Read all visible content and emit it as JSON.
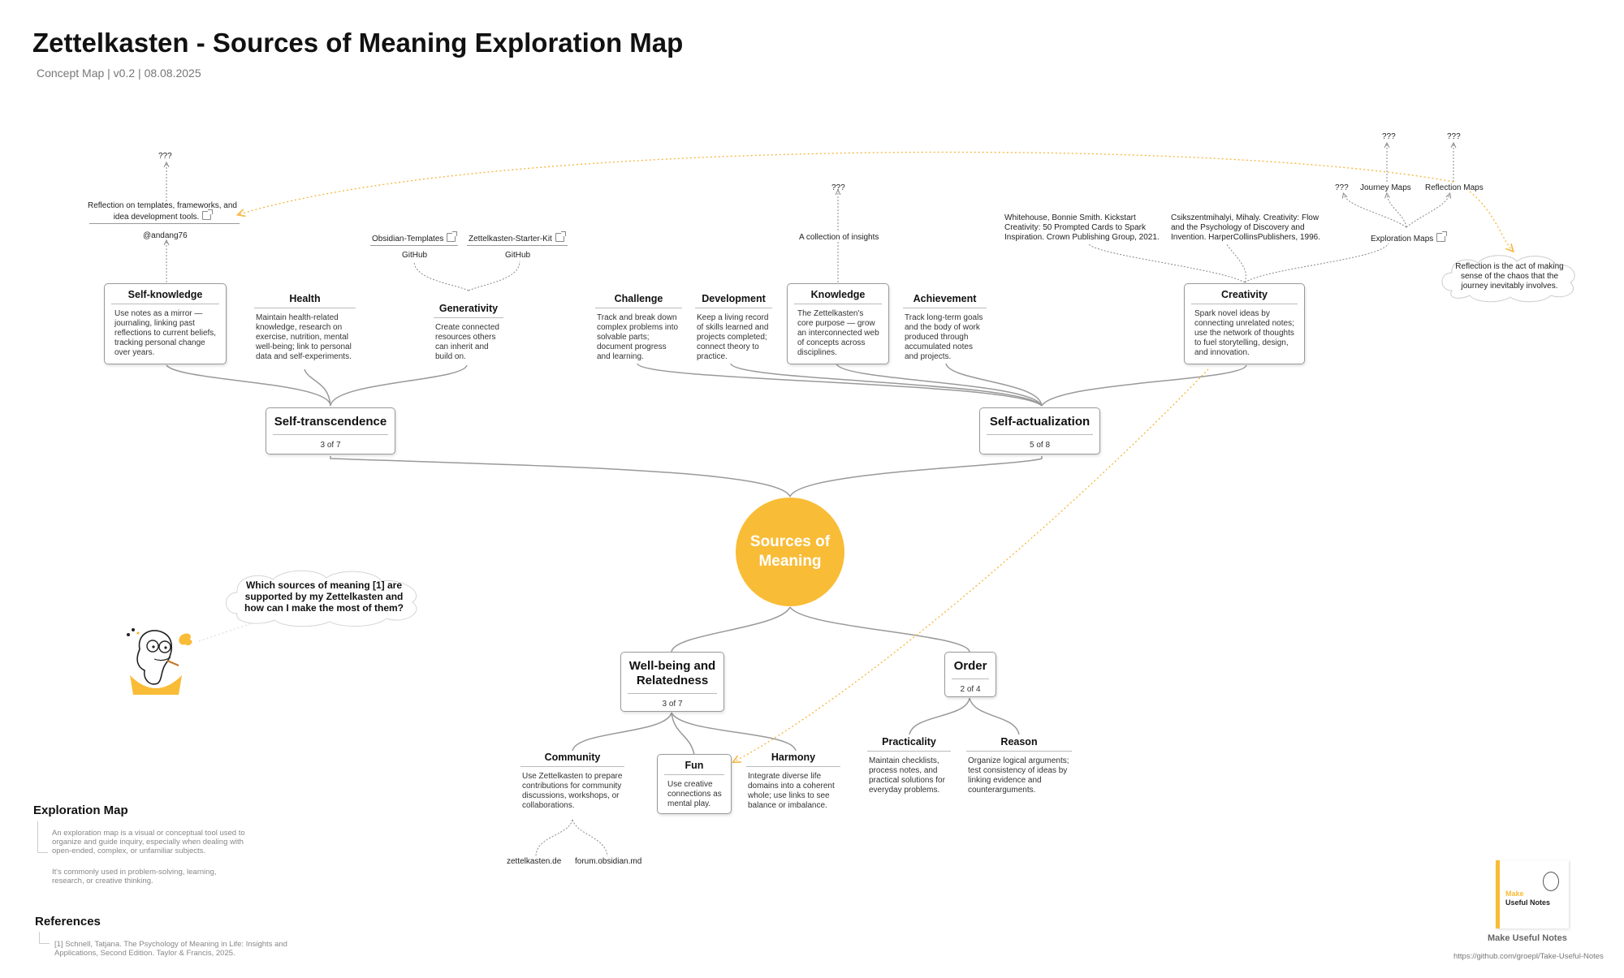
{
  "header": {
    "title": "Zettelkasten - Sources of Meaning Exploration Map",
    "subtitle": "Concept Map | v0.2 | 08.08.2025"
  },
  "center": {
    "label": "Sources of Meaning"
  },
  "hubs": {
    "self_transcendence": {
      "label": "Self-transcendence",
      "count": "3 of 7"
    },
    "self_actualization": {
      "label": "Self-actualization",
      "count": "5 of 8"
    },
    "wellbeing": {
      "label": "Well-being and Relatedness",
      "count": "3 of 7"
    },
    "order": {
      "label": "Order",
      "count": "2 of 4"
    }
  },
  "nodes": {
    "self_knowledge": {
      "label": "Self-knowledge",
      "text": "Use notes as a mirror — journaling, linking past reflections to current beliefs, tracking personal change over years."
    },
    "health": {
      "label": "Health",
      "text": "Maintain health-related knowledge, research on exercise, nutrition, mental well-being; link to personal data and self-experiments."
    },
    "generativity": {
      "label": "Generativity",
      "text": "Create connected resources others can inherit and build on."
    },
    "challenge": {
      "label": "Challenge",
      "text": "Track and break down complex problems into solvable parts; document progress and learning."
    },
    "development": {
      "label": "Development",
      "text": "Keep a living record of skills learned and projects completed; connect theory to practice."
    },
    "knowledge": {
      "label": "Knowledge",
      "text": "The Zettelkasten's core purpose — grow an interconnected web of concepts across disciplines."
    },
    "achievement": {
      "label": "Achievement",
      "text": "Track long-term goals and the body of work produced through accumulated notes and projects."
    },
    "creativity": {
      "label": "Creativity",
      "text": "Spark novel ideas by connecting unrelated notes; use the network of thoughts to fuel storytelling, design, and innovation."
    },
    "community": {
      "label": "Community",
      "text": "Use Zettelkasten to prepare contributions for community discussions, workshops, or collaborations."
    },
    "fun": {
      "label": "Fun",
      "text": "Use creative connections as mental play."
    },
    "harmony": {
      "label": "Harmony",
      "text": "Integrate diverse life domains into a coherent whole; use links to see balance or imbalance."
    },
    "practicality": {
      "label": "Practicality",
      "text": "Maintain checklists, process notes, and practical solutions for everyday problems."
    },
    "reason": {
      "label": "Reason",
      "text": "Organize logical arguments; test consistency of ideas by linking evidence and counterarguments."
    }
  },
  "annotations": {
    "reflection_templates": "Reflection on templates, frameworks, and idea development tools.",
    "andang": "@andang76",
    "q_left": "???",
    "obsidian_templates": "Obsidian-Templates",
    "starter_kit": "Zettelkasten-Starter-Kit",
    "github1": "GitHub",
    "github2": "GitHub",
    "q_knowledge": "???",
    "collection": "A collection of insights",
    "whitehouse": "Whitehouse, Bonnie Smith. Kickstart Creativity: 50 Prompted Cards to Spark Inspiration. Crown Publishing Group, 2021.",
    "csikszentmihalyi": "Csikszentmihalyi, Mihaly. Creativity: Flow and the Psychology of Discovery and Invention. HarperCollinsPublishers, 1996.",
    "q_right1": "???",
    "q_right2": "???",
    "q_right3": "???",
    "journey_maps": "Journey Maps",
    "reflection_maps": "Reflection Maps",
    "exploration_maps": "Exploration Maps",
    "reflection_cloud": "Reflection is the act of making sense of the chaos that the journey inevitably involves.",
    "question_cloud": "Which sources of meaning [1] are supported by my Zettelkasten and how can I make the most of them?",
    "zettelkasten_de": "zettelkasten.de",
    "forum_obsidian": "forum.obsidian.md"
  },
  "exploration": {
    "heading": "Exploration Map",
    "p1": "An exploration map is a visual or conceptual tool used to organize and guide inquiry, especially when dealing with open-ended, complex, or unfamiliar subjects.",
    "p2": "It's commonly used in problem-solving, learning, research, or creative thinking."
  },
  "references": {
    "heading": "References",
    "item1": "[1] Schnell, Tatjana. The Psychology of Meaning in Life: Insights and Applications, Second Edition. Taylor & Francis, 2025."
  },
  "footer": {
    "brand": "Make Useful Notes",
    "url": "https://github.com/groepl/Take-Useful-Notes",
    "book_line1": "Make",
    "book_line2": "Useful Notes"
  },
  "colors": {
    "accent": "#f9bc36",
    "line": "#999999",
    "dotted_accent": "#f5b53a"
  }
}
